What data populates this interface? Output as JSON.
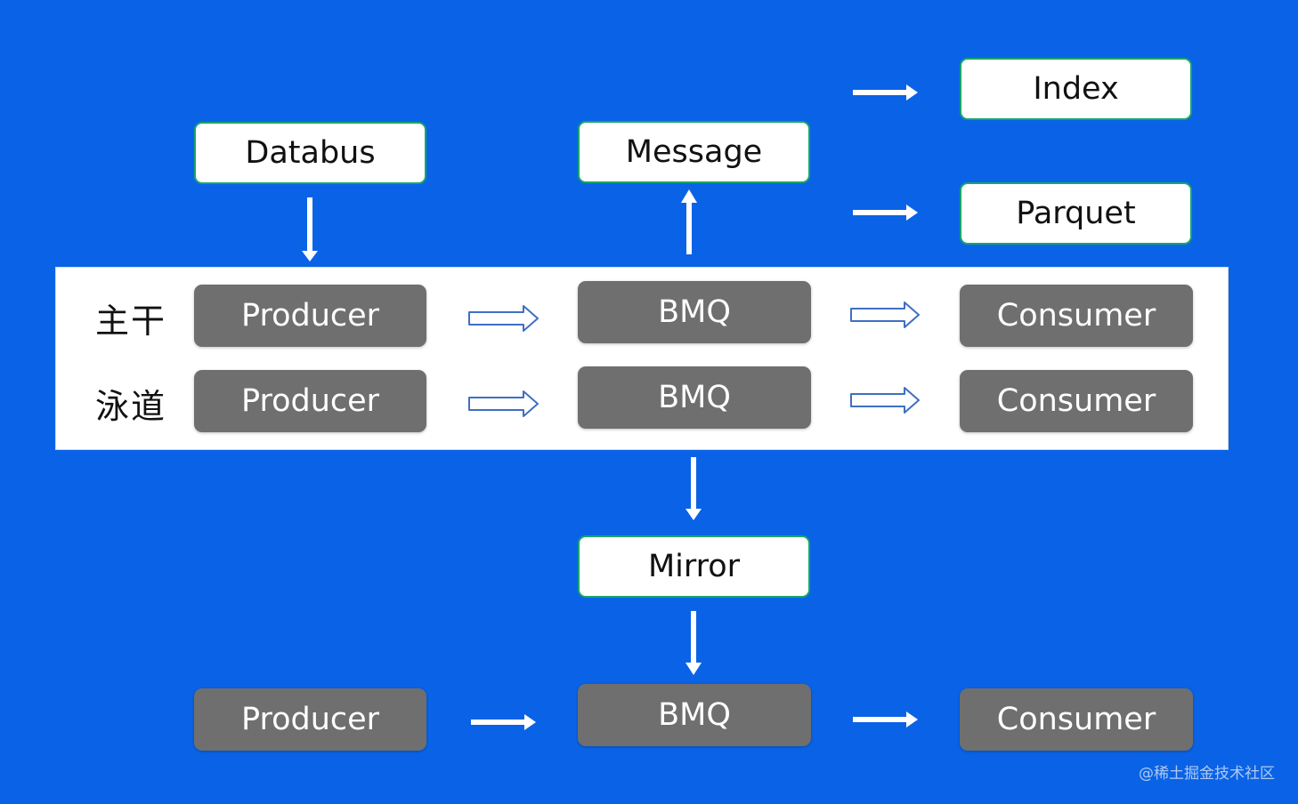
{
  "top_boxes": {
    "databus": "Databus",
    "message": "Message",
    "index": "Index",
    "parquet": "Parquet",
    "mirror": "Mirror"
  },
  "rows": [
    {
      "label": "主干",
      "producer": "Producer",
      "broker": "BMQ",
      "consumer": "Consumer"
    },
    {
      "label": "泳道",
      "producer": "Producer",
      "broker": "BMQ",
      "consumer": "Consumer"
    }
  ],
  "bottom_row": {
    "producer": "Producer",
    "broker": "BMQ",
    "consumer": "Consumer"
  },
  "watermark": "@稀土掘金技术社区",
  "colors": {
    "background": "#0a63e6",
    "panel": "#ffffff",
    "gray_box": "#6f6f6f",
    "white_box_border": "#19a66a",
    "hollow_arrow": "#3f6fc4",
    "solid_arrow": "#ffffff"
  }
}
